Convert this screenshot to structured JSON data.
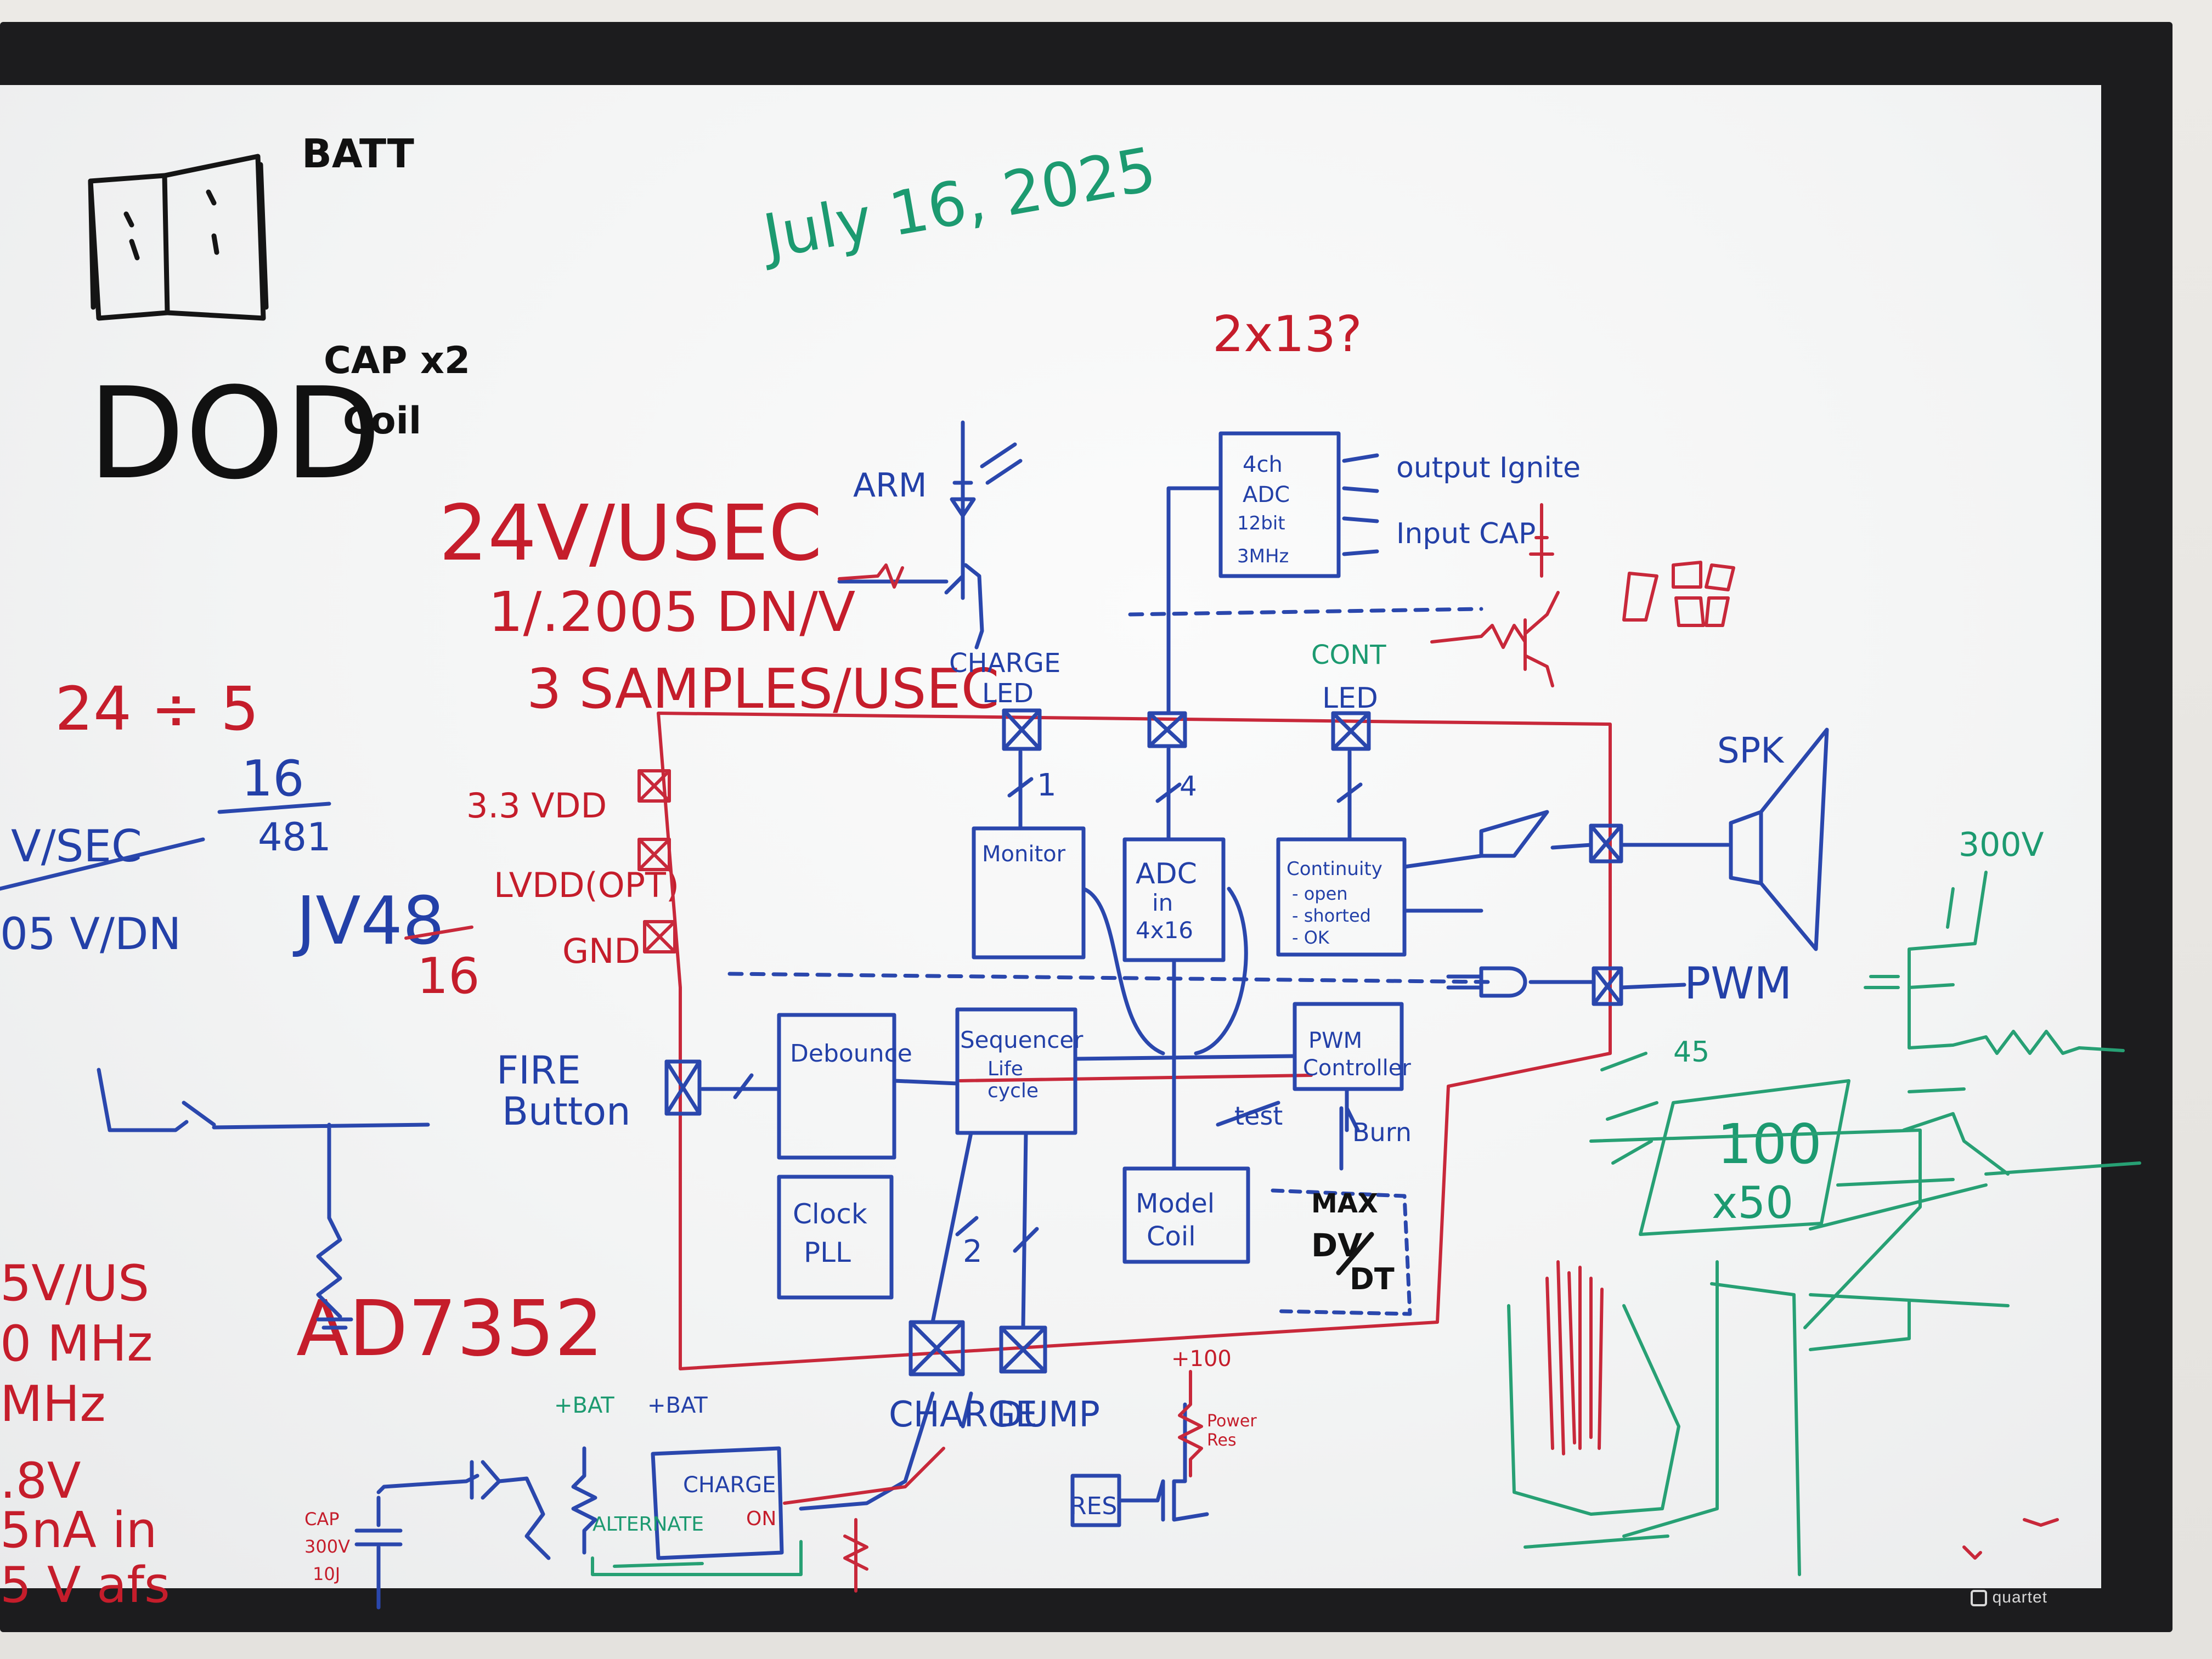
{
  "board": {
    "date": "July 16, 2025",
    "brand": "quartet",
    "top_left": {
      "batt": "BATT",
      "dod": "DOD",
      "cap_x2": "CAP x2",
      "coil": "Coil"
    },
    "question": "2x13?",
    "red_notes": {
      "rate": "24V/USEC",
      "resolution": "1/.2005 DN/V",
      "samples": "3 SAMPLES/USEC",
      "ratio": "24 ÷ 5",
      "part": "AD7352",
      "left_col": [
        "5V/US",
        "0 MHz",
        "MHz",
        ".8V",
        "5nA in",
        "5 V afs"
      ]
    },
    "blue_notes": {
      "vsec": "V/SEC",
      "frac_num": "16",
      "frac_den": "481",
      "dn": "05 V/DN",
      "jv48": "JV48",
      "jv48_den": "16"
    },
    "power_pins": {
      "vdd": "3.3 VDD",
      "lvdd": "LVDD(OPT)",
      "gnd": "GND"
    },
    "blocks": {
      "monitor": "Monitor",
      "adc": [
        "ADC",
        "in",
        "4x16"
      ],
      "continuity": [
        "Continuity",
        "- open",
        "- shorted",
        "- OK"
      ],
      "debounce": "Debounce",
      "sequencer": [
        "Sequencer",
        "Life",
        "cycle"
      ],
      "pwm_controller": [
        "PWM",
        "Controller"
      ],
      "clock": [
        "Clock",
        "PLL"
      ],
      "model_coil": [
        "Model",
        "Coil"
      ],
      "max_dv": [
        "MAX",
        "DV",
        "DT"
      ],
      "adc_4ch": [
        "4ch",
        "ADC",
        "12bit",
        "3MHz"
      ],
      "charge_mod": "CHARGE"
    },
    "io": {
      "arm": "ARM",
      "charge_led": [
        "CHARGE",
        "LED"
      ],
      "cont_led": [
        "CONT",
        "LED"
      ],
      "spk": "SPK",
      "pwm": "PWM",
      "fire": [
        "FIRE",
        "Button"
      ],
      "charge": "CHARGE",
      "dump": "DUMP",
      "output_ignite": "output Ignite",
      "input_cap": "Input CAP",
      "test": "test",
      "burn": "Burn",
      "bus_1": "1",
      "bus_4": "4",
      "bus_2": "2",
      "res": "RES",
      "on": "ON",
      "power_res": [
        "Power",
        "Res"
      ],
      "alternate": "ALTERNATE",
      "bat1": "+BAT",
      "bat2": "+BAT",
      "cap_300": [
        "CAP",
        "300V",
        "10J"
      ],
      "plus_100": "+100"
    },
    "green_notes": {
      "v300": "300V",
      "v45": "45",
      "box": [
        "100",
        "x50"
      ]
    }
  }
}
